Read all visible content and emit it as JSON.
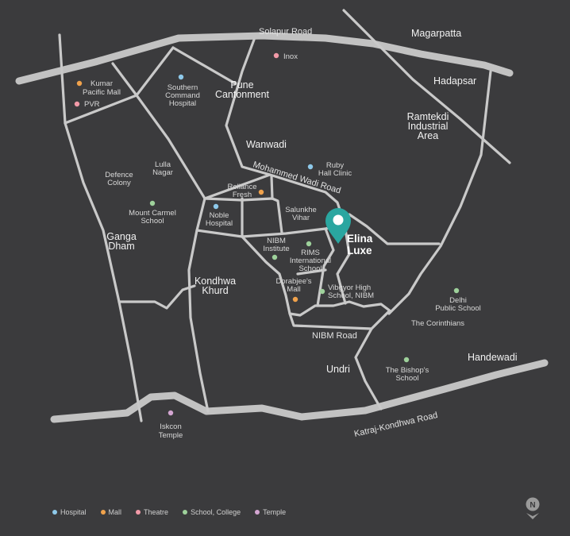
{
  "colors": {
    "hospital": "#8ec9ea",
    "mall": "#f0a24c",
    "theatre": "#f29aa8",
    "school": "#9ed19b",
    "temple": "#d4a6d2",
    "marker": "#2aa6a0"
  },
  "roads": {
    "solapur": "Solapur Road",
    "mohammed_wadi": "Mohammed Wadi Road",
    "nibm": "NIBM Road",
    "katraj": "Katraj-Kondhwa Road"
  },
  "areas": {
    "magarpatta": "Magarpatta",
    "hadapsar": "Hadapsar",
    "ramtekdi_1": "Ramtekdi",
    "ramtekdi_2": "Industrial",
    "ramtekdi_3": "Area",
    "pune_cantonment_1": "Pune",
    "pune_cantonment_2": "Cantonment",
    "wanwadi": "Wanwadi",
    "ganga_dham_1": "Ganga",
    "ganga_dham_2": "Dham",
    "kondhwa_khurd_1": "Kondhwa",
    "kondhwa_khurd_2": "Khurd",
    "undri": "Undri",
    "handewadi": "Handewadi"
  },
  "places": {
    "inox": "Inox",
    "kumar_1": "Kumar",
    "kumar_2": "Pacific Mall",
    "pvr": "PVR",
    "southern_1": "Southern",
    "southern_2": "Command",
    "southern_3": "Hospital",
    "ruby_1": "Ruby",
    "ruby_2": "Hall Clinic",
    "defence_1": "Defence",
    "defence_2": "Colony",
    "lulla_1": "Lulla",
    "lulla_2": "Nagar",
    "reliance_1": "Reliance",
    "reliance_2": "Fresh",
    "salunkhe_1": "Salunkhe",
    "salunkhe_2": "Vihar",
    "mount_carmel_1": "Mount Carmel",
    "mount_carmel_2": "School",
    "noble_1": "Noble",
    "noble_2": "Hospital",
    "nibm_inst_1": "NIBM",
    "nibm_inst_2": "Institute",
    "rims_1": "RIMS",
    "rims_2": "International",
    "rims_3": "School",
    "dorabjee_1": "Dorabjee's",
    "dorabjee_2": "Mall",
    "vibgyor_1": "Vibgyor High",
    "vibgyor_2": "School, NIBM",
    "delhi_ps_1": "Delhi",
    "delhi_ps_2": "Public School",
    "corinthians": "The Corinthians",
    "bishops_1": "The Bishop's",
    "bishops_2": "School",
    "iskcon_1": "Iskcon",
    "iskcon_2": "Temple"
  },
  "project": {
    "line1": "Elina",
    "line2": "Luxe"
  },
  "legend": {
    "hospital": "Hospital",
    "mall": "Mall",
    "theatre": "Theatre",
    "school": "School, College",
    "temple": "Temple"
  },
  "compass": {
    "label": "N"
  }
}
